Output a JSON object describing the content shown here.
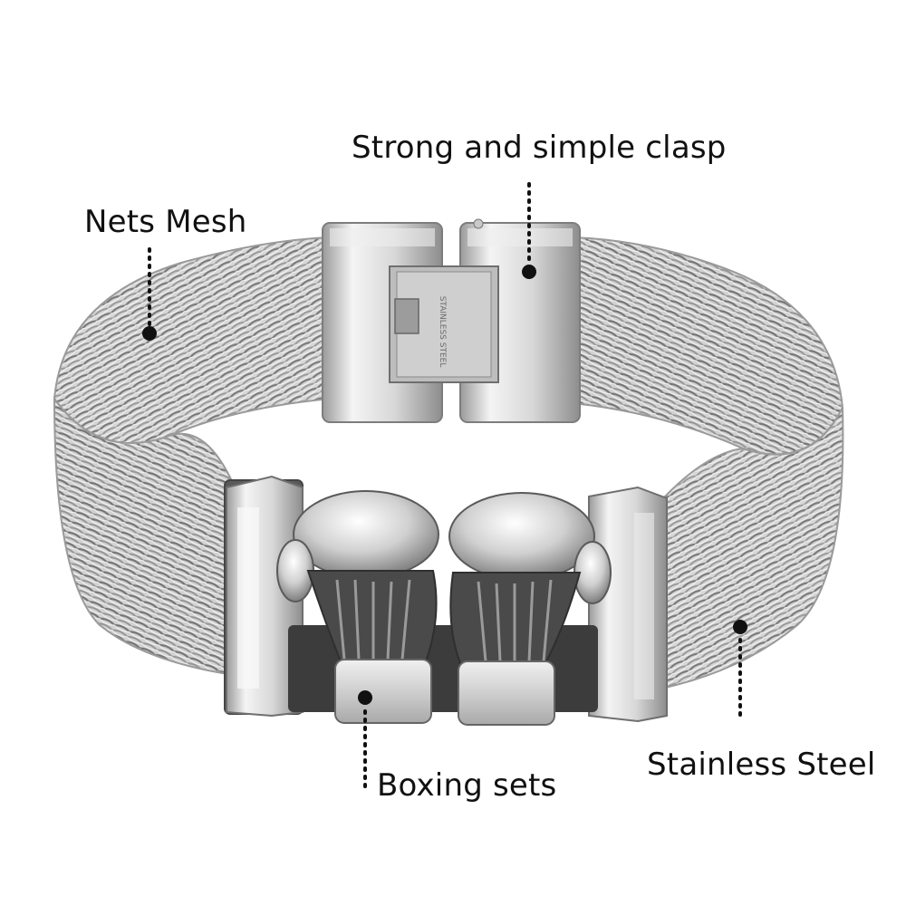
{
  "callouts": {
    "nets_mesh": "Nets Mesh",
    "clasp": "Strong and simple clasp",
    "boxing": "Boxing sets",
    "steel": "Stainless Steel"
  },
  "clasp_engraving": "STAINLESS STEEL",
  "colors": {
    "background": "#ffffff",
    "metal_light": "#e6e6e6",
    "metal_mid": "#b8b8b8",
    "metal_dark": "#5a5a5a",
    "dot": "#111111"
  }
}
